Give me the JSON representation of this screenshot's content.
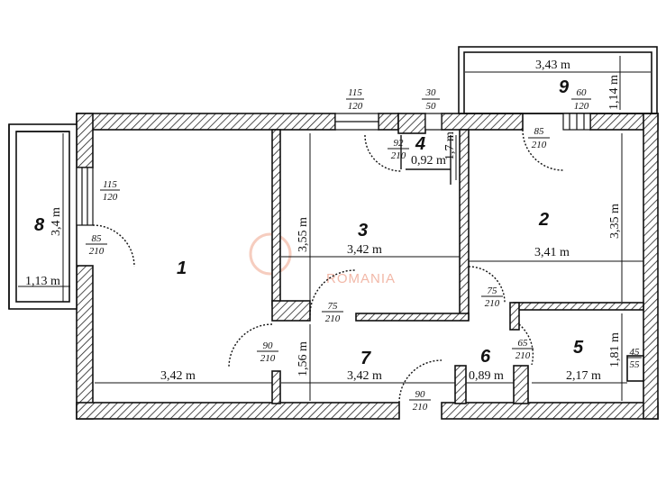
{
  "watermark": "ROMANIA",
  "rooms": [
    {
      "id": "room-1",
      "number": "1"
    },
    {
      "id": "room-2",
      "number": "2"
    },
    {
      "id": "room-3",
      "number": "3"
    },
    {
      "id": "room-4",
      "number": "4"
    },
    {
      "id": "room-5",
      "number": "5"
    },
    {
      "id": "room-6",
      "number": "6"
    },
    {
      "id": "room-7",
      "number": "7"
    },
    {
      "id": "room-8",
      "number": "8"
    },
    {
      "id": "room-9",
      "number": "9"
    }
  ],
  "dimensions": {
    "r9_width": "3,43 m",
    "r9_depth": "1,14 m",
    "r1_width": "3,42 m",
    "r8_height": "3,4 m",
    "r8_width": "1,13 m",
    "r3_height": "3,55 m",
    "r3_width": "3,42 m",
    "r2_width": "3,41 m",
    "r2_height": "3,35 m",
    "r4_width": "0,92 m",
    "r4_height": "1,7 m",
    "r7_width": "3,42 m",
    "r7_height": "1,56 m",
    "r6_width": "0,89 m",
    "r5_width": "2,17 m",
    "r5_height": "1,81 m"
  },
  "openings": [
    {
      "id": "window-top-1-3",
      "top": "115",
      "bottom": "120"
    },
    {
      "id": "window-top-4",
      "top": "30",
      "bottom": "50"
    },
    {
      "id": "window-9",
      "top": "60",
      "bottom": "120"
    },
    {
      "id": "door-2",
      "top": "85",
      "bottom": "210"
    },
    {
      "id": "door-4",
      "top": "92",
      "bottom": "210"
    },
    {
      "id": "window-1",
      "top": "115",
      "bottom": "120"
    },
    {
      "id": "door-1",
      "top": "85",
      "bottom": "210"
    },
    {
      "id": "door-3",
      "top": "75",
      "bottom": "210"
    },
    {
      "id": "door-2b",
      "top": "75",
      "bottom": "210"
    },
    {
      "id": "door-7-1",
      "top": "90",
      "bottom": "210"
    },
    {
      "id": "door-6",
      "top": "65",
      "bottom": "210"
    },
    {
      "id": "window-5",
      "top": "45",
      "bottom": "55"
    },
    {
      "id": "door-entry",
      "top": "90",
      "bottom": "210"
    }
  ]
}
